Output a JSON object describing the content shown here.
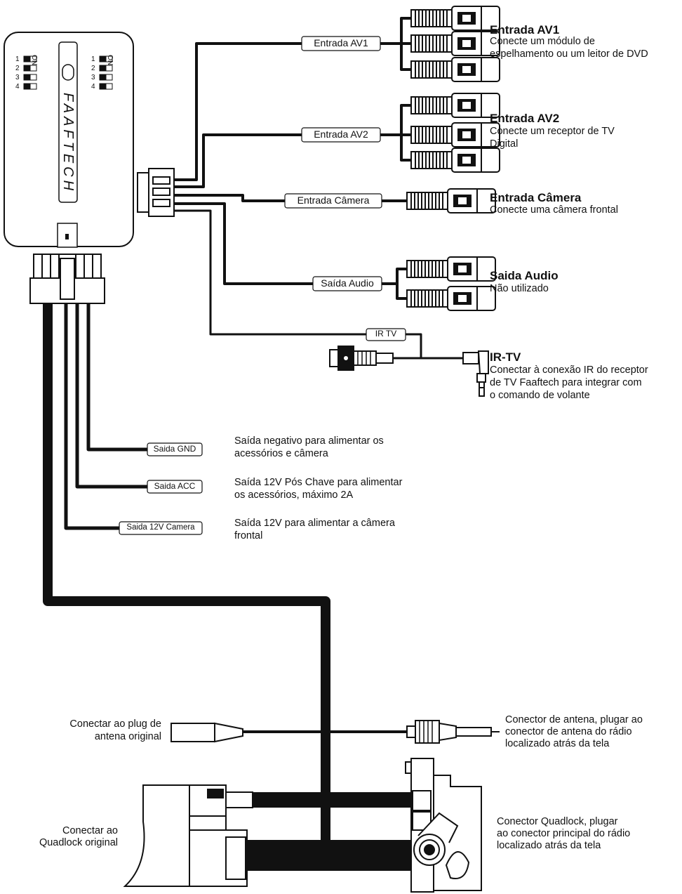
{
  "module": {
    "brand": "FAAFTECH",
    "dip_label_on": "ON",
    "dip_numbers": [
      "1",
      "2",
      "3",
      "4"
    ]
  },
  "wire_labels": {
    "av1": "Entrada AV1",
    "av2": "Entrada AV2",
    "camera": "Entrada Câmera",
    "audio": "Saída Audio",
    "irtv": "IR TV",
    "gnd": "Saida GND",
    "acc": "Saida ACC",
    "cam12": "Saida 12V Camera"
  },
  "connectors": {
    "av1": {
      "title": "Entrada AV1",
      "lines": [
        "Conecte um módulo de",
        "espelhamento ou um leitor de DVD"
      ]
    },
    "av2": {
      "title": "Entrada AV2",
      "lines": [
        "Conecte um receptor de TV",
        "Digital"
      ]
    },
    "camera": {
      "title": "Entrada Câmera",
      "lines": [
        "Conecte uma câmera frontal"
      ]
    },
    "audio": {
      "title": "Saida Audio",
      "lines": [
        "Não utilizado"
      ]
    },
    "irtv": {
      "title": "IR-TV",
      "lines": [
        "Conectar à conexão IR do receptor",
        "de TV Faaftech para integrar com",
        "o comando de volante"
      ]
    }
  },
  "power": {
    "gnd": [
      "Saída negativo para alimentar os",
      "acessórios e câmera"
    ],
    "acc": [
      "Saída 12V Pós Chave para alimentar",
      "os acessórios, máximo 2A"
    ],
    "cam12": [
      "Saída 12V para alimentar a câmera",
      "frontal"
    ]
  },
  "antenna": {
    "left": [
      "Conectar ao plug de",
      "antena original"
    ],
    "right": [
      "Conector de antena, plugar ao",
      "conector de antena do rádio",
      "localizado atrás da tela"
    ]
  },
  "quadlock": {
    "left": [
      "Conectar ao",
      "Quadlock original"
    ],
    "right": [
      "Conector Quadlock, plugar",
      "ao conector principal do rádio",
      "localizado atrás da tela"
    ]
  }
}
